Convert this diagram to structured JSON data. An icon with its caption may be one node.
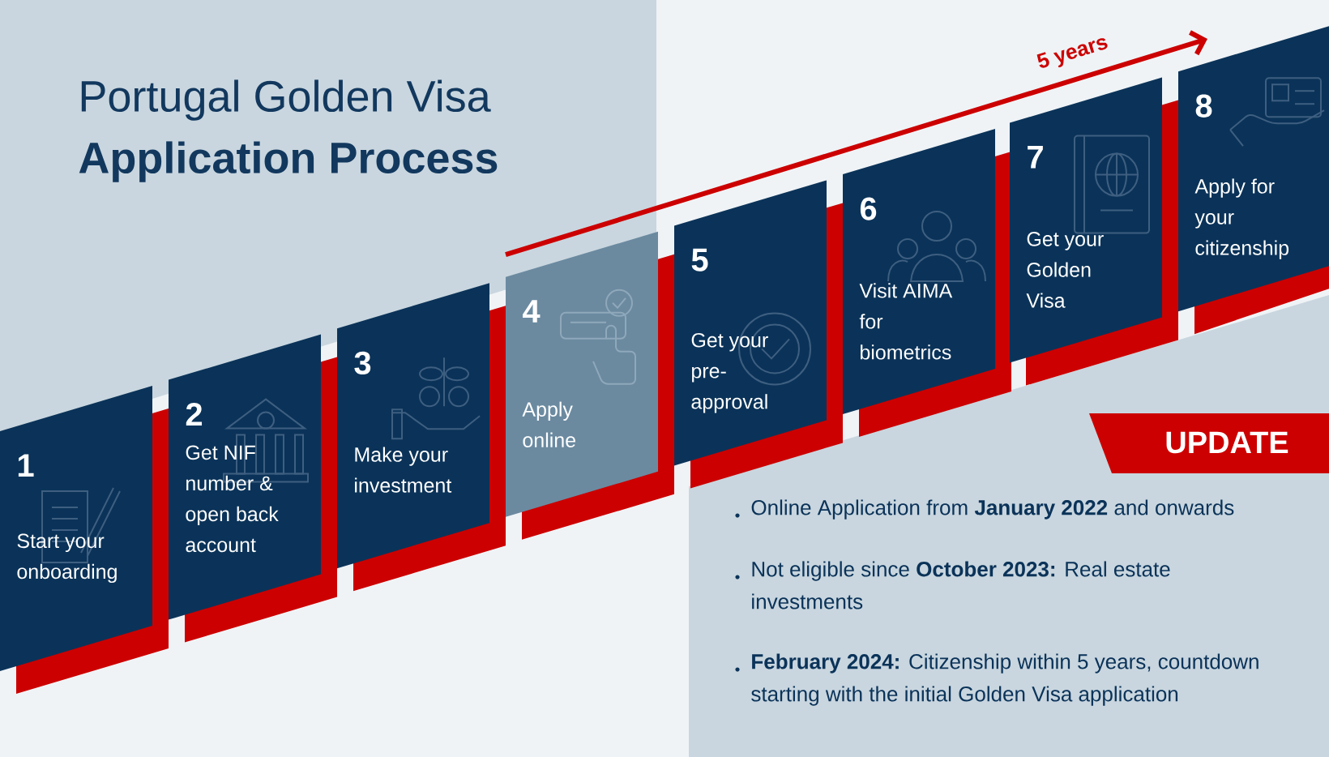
{
  "diagram": {
    "title": "Portugal Golden Visa **Application Process**",
    "nodes": [
      {
        "text": [
          "1",
          "Start your onboarding"
        ]
      },
      {
        "text": [
          "2",
          "Get NIF number & open back account"
        ]
      },
      {
        "text": [
          "3",
          "Make your investment"
        ]
      },
      {
        "text": [
          "4",
          "Apply online"
        ]
      },
      {
        "text": [
          "5",
          "Get your pre-approval"
        ]
      },
      {
        "text": [
          "6",
          "Visit AIMA for biometrics"
        ]
      },
      {
        "text": [
          "7",
          "Get your Golden Visa"
        ]
      },
      {
        "text": [
          "8",
          "Apply for your citizenship"
        ]
      },
      {
        "text": [
          "UPDATE"
        ]
      }
    ],
    "labels": [
      "5 years",
      "Online Application from **January 2022** and onwards",
      "Not eligible since **October 2023:** Real estate investments",
      "**February 2024:** Citizenship within 5 years, countdown starting with the initial Golden Visa application"
    ]
  }
}
